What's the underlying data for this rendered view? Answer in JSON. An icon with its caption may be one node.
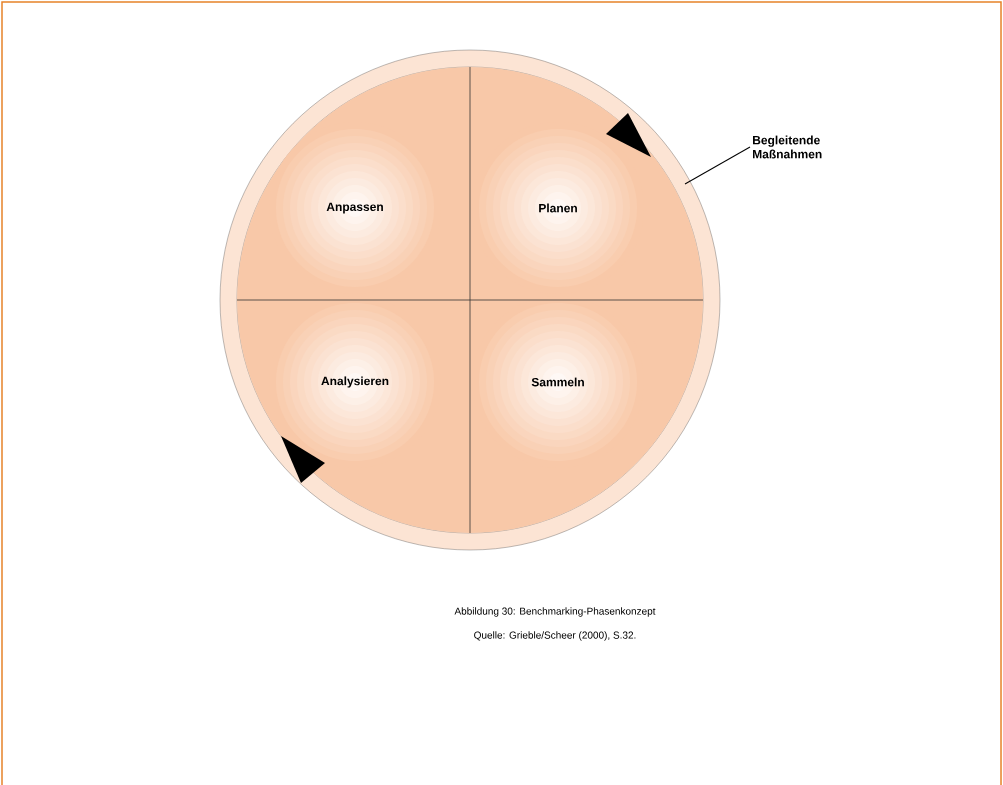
{
  "diagram": {
    "caption": "Abbildung 30: Benchmarking-Phasenkonzept",
    "nodes": [
      {
        "text": [
          "Begleitende Maßnahmen"
        ]
      },
      {
        "text": [],
        "shape": "circle"
      },
      {
        "text": [
          "Anpassen"
        ],
        "in": 1
      },
      {
        "text": [
          "Planen"
        ],
        "in": 1
      },
      {
        "text": [
          "Analysieren"
        ],
        "in": 1
      },
      {
        "text": [
          "Sammeln"
        ],
        "in": 1
      }
    ],
    "edges": [
      {
        "from": 0,
        "to": 1,
        "arrow": "none"
      }
    ],
    "labels": [
      "Quelle: Grieble/Scheer (2000), S.32."
    ]
  }
}
